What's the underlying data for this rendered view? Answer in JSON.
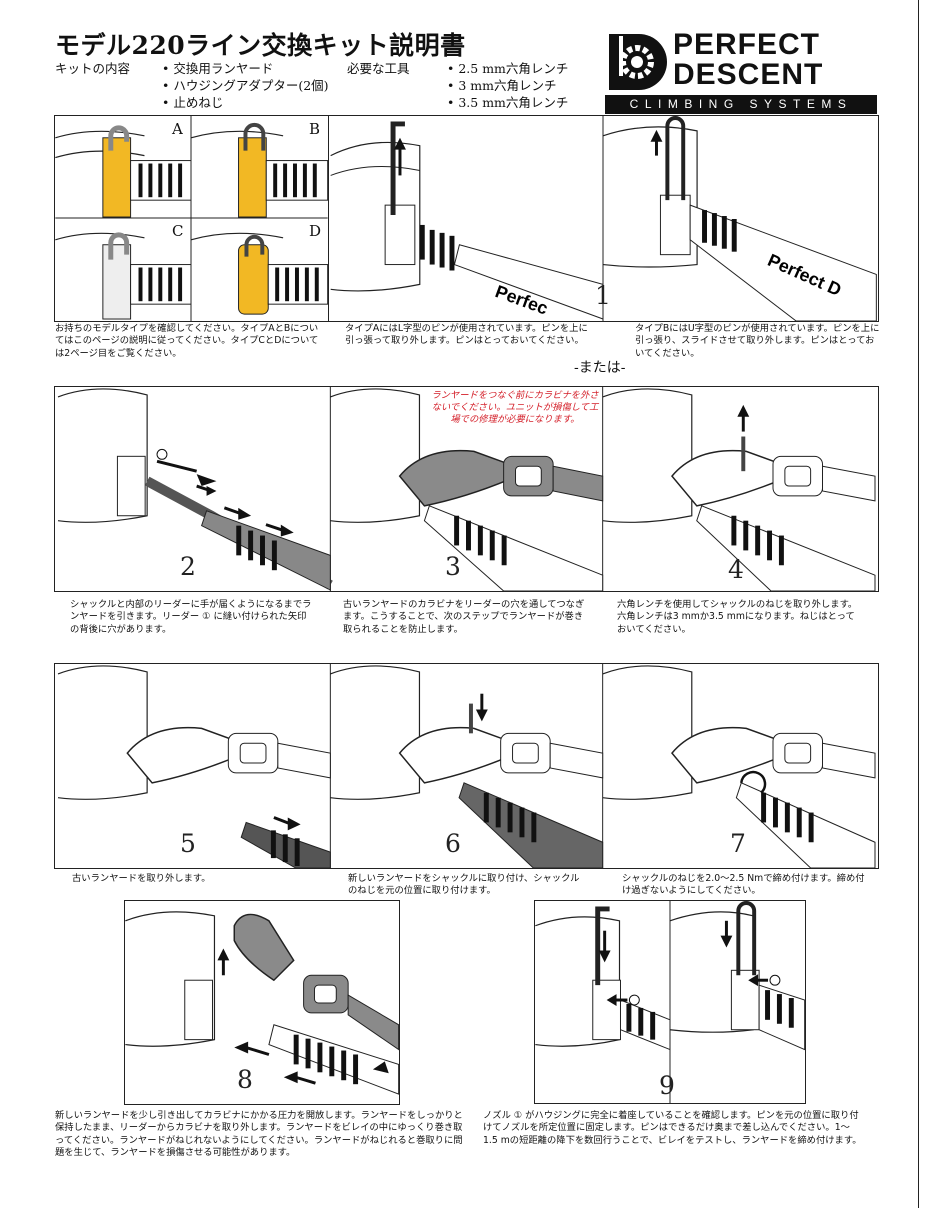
{
  "title": "モデル220ライン交換キット説明書",
  "kit": {
    "label": "キットの内容",
    "items": [
      "• 交換用ランヤード",
      "• ハウジングアダプター(2個)",
      "• 止めねじ"
    ]
  },
  "tools": {
    "label": "必要な工具",
    "items": [
      "• 2.5 mm六角レンチ",
      "• 3 mm六角レンチ",
      "• 3.5 mm六角レンチ"
    ]
  },
  "logo": {
    "line1": "PERFECT",
    "line2": "DESCENT",
    "tagline": "CLIMBING SYSTEMS"
  },
  "type_letters": [
    "A",
    "B",
    "C",
    "D"
  ],
  "or_text": "-または-",
  "warning": "ランヤードをつなぐ前にカラビナを外さないでください。ユニットが損傷して工場での修理が必要になります。",
  "steps": {
    "s1": "1",
    "s2": "2",
    "s3": "3",
    "s4": "4",
    "s5": "5",
    "s6": "6",
    "s7": "7",
    "s8": "8",
    "s9": "9"
  },
  "webbing_text": "Perfect D",
  "captions": {
    "types": "お持ちのモデルタイプを確認してください。タイプAとBについてはこのページの説明に従ってください。タイプCとDについては2ページ目をご覧ください。",
    "typeA": "タイプAにはL字型のピンが使用されています。ピンを上に引っ張って取り外します。ピンはとっておいてください。",
    "typeB": "タイプBにはU字型のピンが使用されています。ピンを上に引っ張り、スライドさせて取り外します。ピンはとっておいてください。",
    "step2": "シャックルと内部のリーダーに手が届くようになるまでランヤードを引きます。リーダー ① に縫い付けられた矢印の背後に穴があります。",
    "step3": "古いランヤードのカラビナをリーダーの穴を通してつなぎます。こうすることで、次のステップでランヤードが巻き取られることを防止します。",
    "step4": "六角レンチを使用してシャックルのねじを取り外します。六角レンチは3 mmか3.5 mmになります。ねじはとっておいてください。",
    "step5": "古いランヤードを取り外します。",
    "step6": "新しいランヤードをシャックルに取り付け、シャックルのねじを元の位置に取り付けます。",
    "step7": "シャックルのねじを2.0～2.5 Nmで締め付けます。締め付け過ぎないようにしてください。",
    "step8": "新しいランヤードを少し引き出してカラビナにかかる圧力を開放します。ランヤードをしっかりと保持したまま、リーダーからカラビナを取り外します。ランヤードをビレイの中にゆっくり巻き取ってください。ランヤードがねじれないようにしてください。ランヤードがねじれると巻取りに問題を生じて、ランヤードを損傷させる可能性があります。",
    "step9": "ノズル ① がハウジングに完全に着座していることを確認します。ピンを元の位置に取り付けてノズルを所定位置に固定します。ピンはできるだけ奥まで差し込んでください。1～1.5 mの短距離の降下を数回行うことで、ビレイをテストし、ランヤードを締め付けます。"
  },
  "colors": {
    "housing_yellow": "#f2b824",
    "carabiner_gray": "#8a8a8a",
    "webbing_black": "#111111",
    "warning_red": "#d4202a"
  }
}
